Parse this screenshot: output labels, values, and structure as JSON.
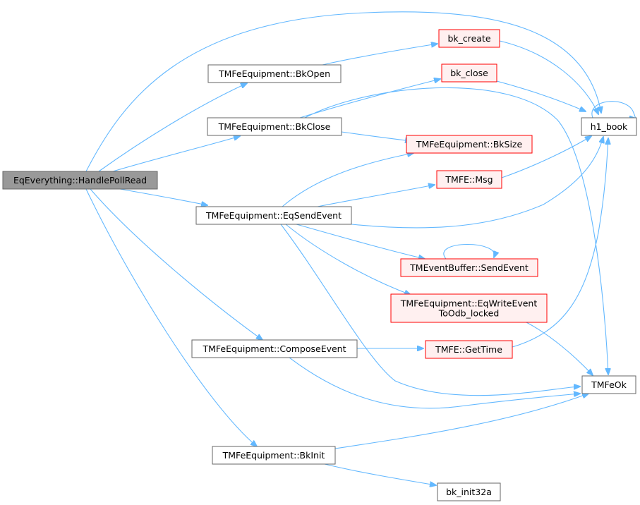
{
  "graph": {
    "colors": {
      "edge": "#63b8ff",
      "root_fill": "#999999",
      "root_border": "#666666",
      "normal_fill": "#ffffff",
      "normal_border": "#666666",
      "external_fill": "#fff0f0",
      "external_border": "#ff0000"
    },
    "nodes": [
      {
        "id": "handlepollread",
        "kind": "root",
        "lines": [
          "EqEverything::HandlePollRead"
        ]
      },
      {
        "id": "bkopen",
        "kind": "normal",
        "lines": [
          "TMFeEquipment::BkOpen"
        ]
      },
      {
        "id": "bkclose",
        "kind": "normal",
        "lines": [
          "TMFeEquipment::BkClose"
        ]
      },
      {
        "id": "eqsendevent",
        "kind": "normal",
        "lines": [
          "TMFeEquipment::EqSendEvent"
        ]
      },
      {
        "id": "composeevent",
        "kind": "normal",
        "lines": [
          "TMFeEquipment::ComposeEvent"
        ]
      },
      {
        "id": "bkinit",
        "kind": "normal",
        "lines": [
          "TMFeEquipment::BkInit"
        ]
      },
      {
        "id": "bk-create",
        "kind": "external",
        "lines": [
          "bk_create"
        ]
      },
      {
        "id": "bk-close",
        "kind": "external",
        "lines": [
          "bk_close"
        ]
      },
      {
        "id": "bksize",
        "kind": "external",
        "lines": [
          "TMFeEquipment::BkSize"
        ]
      },
      {
        "id": "msg",
        "kind": "external",
        "lines": [
          "TMFE::Msg"
        ]
      },
      {
        "id": "sendevent",
        "kind": "external",
        "lines": [
          "TMEventBuffer::SendEvent"
        ]
      },
      {
        "id": "eqwriteevent",
        "kind": "external",
        "lines": [
          "TMFeEquipment::EqWriteEvent",
          "ToOdb_locked"
        ]
      },
      {
        "id": "gettime",
        "kind": "external",
        "lines": [
          "TMFE::GetTime"
        ]
      },
      {
        "id": "bk-init32a",
        "kind": "normal",
        "lines": [
          "bk_init32a"
        ]
      },
      {
        "id": "h1-book",
        "kind": "normal",
        "lines": [
          "h1_book"
        ]
      },
      {
        "id": "tmfeok",
        "kind": "normal",
        "lines": [
          "TMFeOk"
        ]
      }
    ],
    "edges": [
      {
        "from": "handlepollread",
        "to": "h1-book"
      },
      {
        "from": "handlepollread",
        "to": "bkopen"
      },
      {
        "from": "handlepollread",
        "to": "bkclose"
      },
      {
        "from": "handlepollread",
        "to": "eqsendevent"
      },
      {
        "from": "handlepollread",
        "to": "composeevent"
      },
      {
        "from": "handlepollread",
        "to": "bkinit"
      },
      {
        "from": "bkopen",
        "to": "bk-create"
      },
      {
        "from": "bk-create",
        "to": "h1-book"
      },
      {
        "from": "bkclose",
        "to": "bk-close"
      },
      {
        "from": "bkclose",
        "to": "bksize"
      },
      {
        "from": "bkclose",
        "to": "tmfeok"
      },
      {
        "from": "bk-close",
        "to": "h1-book"
      },
      {
        "from": "h1-book",
        "to": "h1-book"
      },
      {
        "from": "eqsendevent",
        "to": "bksize"
      },
      {
        "from": "eqsendevent",
        "to": "msg"
      },
      {
        "from": "eqsendevent",
        "to": "h1-book"
      },
      {
        "from": "eqsendevent",
        "to": "sendevent"
      },
      {
        "from": "eqsendevent",
        "to": "eqwriteevent"
      },
      {
        "from": "eqsendevent",
        "to": "tmfeok"
      },
      {
        "from": "msg",
        "to": "h1-book"
      },
      {
        "from": "sendevent",
        "to": "sendevent"
      },
      {
        "from": "eqwriteevent",
        "to": "tmfeok"
      },
      {
        "from": "composeevent",
        "to": "gettime"
      },
      {
        "from": "composeevent",
        "to": "tmfeok"
      },
      {
        "from": "gettime",
        "to": "h1-book"
      },
      {
        "from": "bkinit",
        "to": "tmfeok"
      },
      {
        "from": "bkinit",
        "to": "bk-init32a"
      }
    ]
  }
}
